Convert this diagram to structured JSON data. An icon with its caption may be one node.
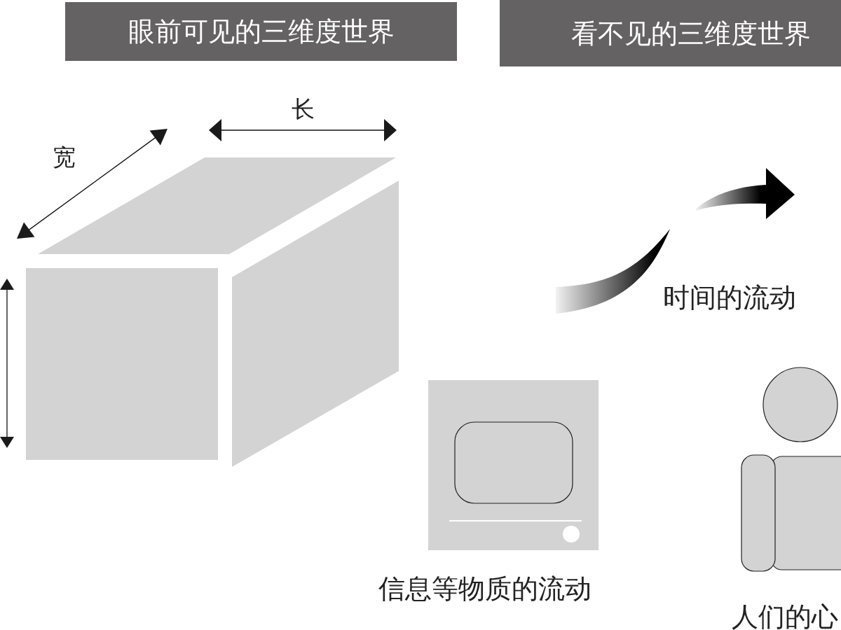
{
  "diagram": {
    "nodes": [
      {
        "text": [
          "眼前可见的三维度世界"
        ]
      },
      {
        "text": [
          "看不见的三维度世界"
        ]
      }
    ],
    "labels": [
      "长",
      "宽",
      "时间的流动",
      "信息等物质的流动",
      "人们的心"
    ]
  }
}
